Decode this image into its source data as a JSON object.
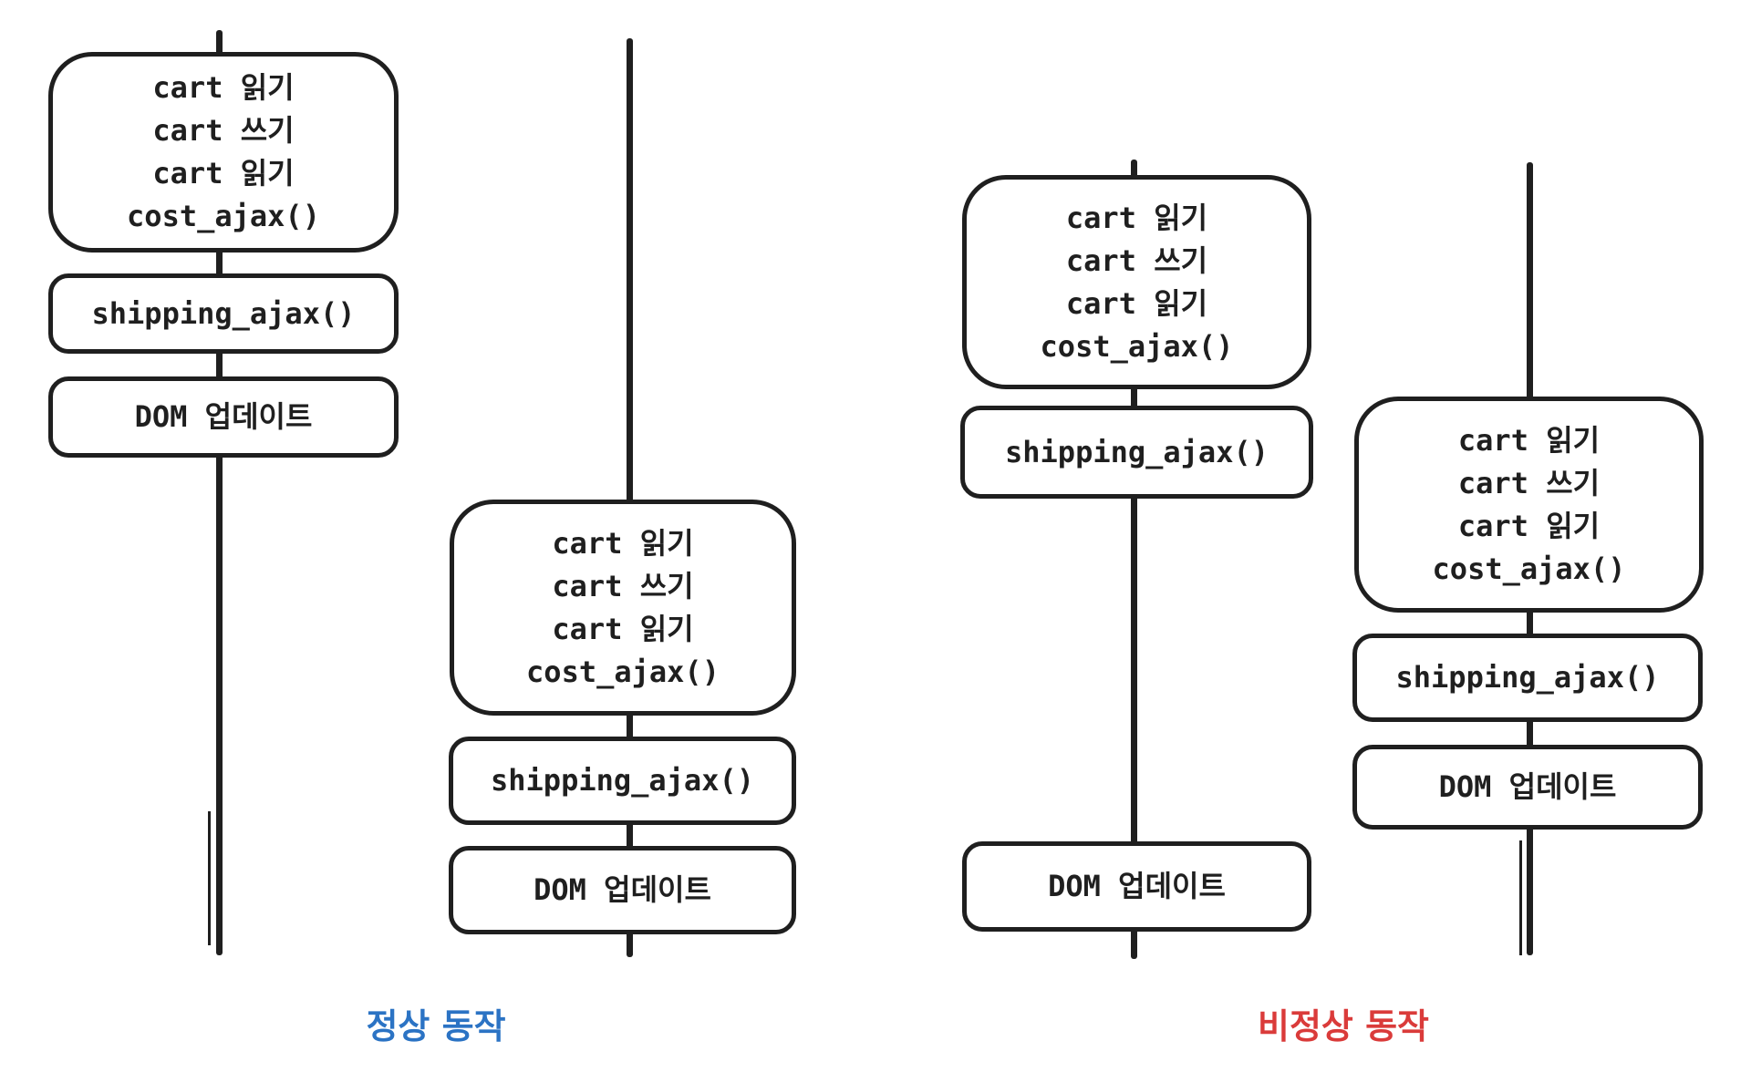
{
  "diagram": {
    "stroke_color": "#1f1f1f",
    "box_fill": "#ffffff",
    "left_group_label": {
      "text": "정상 동작",
      "color": "#2b73c4"
    },
    "right_group_label": {
      "text": "비정상 동작",
      "color": "#da3b3a"
    },
    "timelines": [
      {
        "name": "normal-timeline-1",
        "boxes": [
          {
            "kind": "action-block",
            "lines": [
              "cart 읽기",
              "cart 쓰기",
              "cart 읽기",
              "cost_ajax()"
            ]
          },
          {
            "kind": "action",
            "text": "shipping_ajax()"
          },
          {
            "kind": "action",
            "text": "DOM 업데이트"
          }
        ]
      },
      {
        "name": "normal-timeline-2",
        "boxes": [
          {
            "kind": "action-block",
            "lines": [
              "cart 읽기",
              "cart 쓰기",
              "cart 읽기",
              "cost_ajax()"
            ]
          },
          {
            "kind": "action",
            "text": "shipping_ajax()"
          },
          {
            "kind": "action",
            "text": "DOM 업데이트"
          }
        ]
      },
      {
        "name": "abnormal-timeline-1",
        "boxes": [
          {
            "kind": "action-block",
            "lines": [
              "cart 읽기",
              "cart 쓰기",
              "cart 읽기",
              "cost_ajax()"
            ]
          },
          {
            "kind": "action",
            "text": "shipping_ajax()"
          },
          {
            "kind": "action",
            "text": "DOM 업데이트"
          }
        ]
      },
      {
        "name": "abnormal-timeline-2",
        "boxes": [
          {
            "kind": "action-block",
            "lines": [
              "cart 읽기",
              "cart 쓰기",
              "cart 읽기",
              "cost_ajax()"
            ]
          },
          {
            "kind": "action",
            "text": "shipping_ajax()"
          },
          {
            "kind": "action",
            "text": "DOM 업데이트"
          }
        ]
      }
    ]
  }
}
